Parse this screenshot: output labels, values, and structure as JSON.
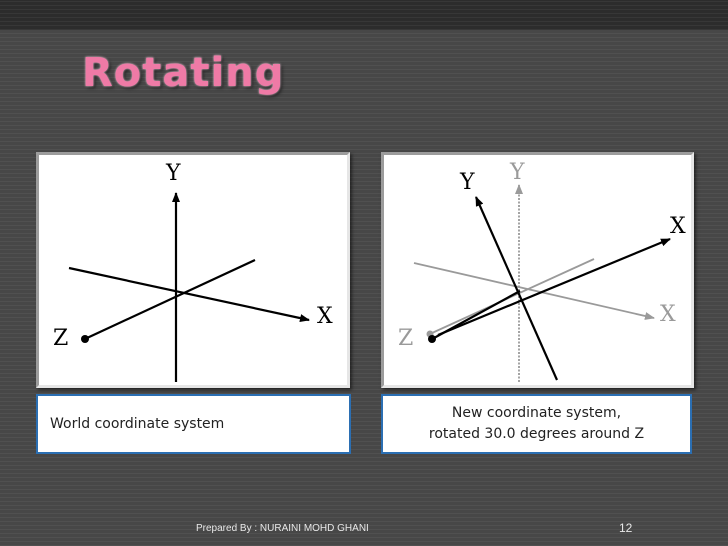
{
  "slide": {
    "title": "Rotating",
    "left_diagram": {
      "x_label": "X",
      "y_label": "Y",
      "z_label": "Z",
      "caption": "World coordinate system"
    },
    "right_diagram": {
      "x_label": "X",
      "y_label": "Y",
      "z_label": "Z",
      "old_x_label": "X",
      "old_y_label": "Y",
      "old_z_label": "Z",
      "caption_line1": "New coordinate system,",
      "caption_line2": "rotated 30.0 degrees around Z"
    },
    "footer": {
      "credit": "Prepared By : NURAINI MOHD GHANI",
      "page_number": "12"
    },
    "colors": {
      "title": "#ef7aa6",
      "caption_border": "#2b6fb3",
      "axis_new": "#000000",
      "axis_old": "#9a9a9a"
    }
  }
}
